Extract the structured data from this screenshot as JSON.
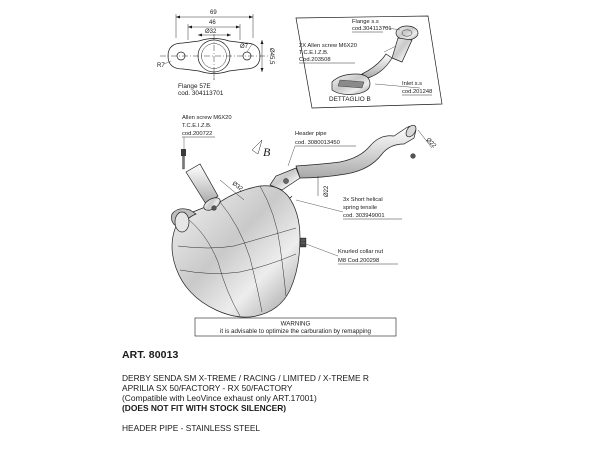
{
  "flange_view": {
    "dims": {
      "overall": "69",
      "inner": "46",
      "bore": "Ø32",
      "hole": "Ø7",
      "height": "Ø45,5",
      "radius": "R7"
    },
    "label": "Flange 57E",
    "code": "cod. 304113701"
  },
  "detail_b": {
    "label": "DETTAGLIO B",
    "parts": [
      {
        "name": "Flange s.s",
        "code": "cod.304113701"
      },
      {
        "name": "2X Allen screw M6X20",
        "spec": "T.C.E.I.Z.B.",
        "code": "Cod.203508"
      },
      {
        "name": "Inlet s.s",
        "code": "cod.201248"
      }
    ]
  },
  "main_view": {
    "view_marker": "B",
    "dims": {
      "d_left": "Ø32",
      "d_mid": "Ø22",
      "d_right": "Ø22"
    },
    "callouts": {
      "allen_screw": {
        "title": "Allen screw M6X20",
        "spec": "T.C.E.I.Z.B.",
        "code": "cod.200722"
      },
      "header_pipe": {
        "title": "Header pipe",
        "code": "cod. 3080013450"
      },
      "springs": {
        "title": "3x Short helical",
        "spec": "spring tensile",
        "code": "cod. 303949001"
      },
      "collar_nut": {
        "title": "Knurled collar nut",
        "code": "M8 Cod.200298"
      }
    }
  },
  "warning": {
    "title": "WARNING",
    "text": "it is advisable to optimize the carburation by remapping"
  },
  "product": {
    "article": "ART. 80013",
    "fitment": [
      "DERBY SENDA SM X-TREME / RACING  / LIMITED / X-TREME R",
      "APRILIA SX 50/FACTORY - RX 50/FACTORY",
      "(Compatible with LeoVince exhaust only ART.17001)"
    ],
    "notice": "(DOES NOT FIT WITH STOCK SILENCER)",
    "material": "HEADER PIPE - STAINLESS STEEL"
  }
}
